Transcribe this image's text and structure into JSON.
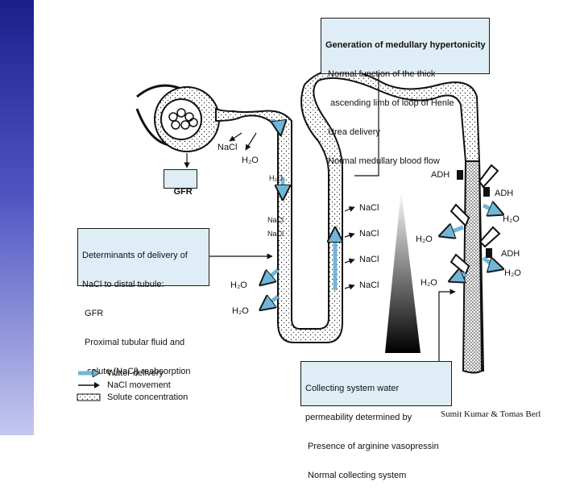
{
  "boxes": {
    "hypertonicity": {
      "title": "Generation of medullary hypertonicity",
      "lines": [
        " Normal function of the thick",
        "  ascending limb of loop of Henle",
        " Urea delivery",
        " Normal medullary blood flow"
      ]
    },
    "gfr": "GFR",
    "determinants": {
      "title": "Determinants of delivery of",
      "lines": [
        "NaCl to distal tubule:",
        " GFR",
        " Proximal tubular fluid and",
        "  solute (NaCl) reabsorption"
      ]
    },
    "collecting": {
      "lines": [
        "Collecting system water",
        "permeability determined by",
        " Presence of arginine vasopressin",
        " Normal collecting system"
      ]
    }
  },
  "labels": {
    "nacl": "NaCl",
    "h2o": "H₂O",
    "adh": "ADH",
    "h2o_plain": "H2O"
  },
  "legend": {
    "water": "Water delivery",
    "nacl": "NaCl movement",
    "solute": "Solute concentration"
  },
  "credit": "Sumit Kumar & Tomas Berl",
  "colors": {
    "water_arrow": "#6fb7d9",
    "box_fill": "#dfeef6",
    "sidebar_top": "#1a1f8c"
  }
}
